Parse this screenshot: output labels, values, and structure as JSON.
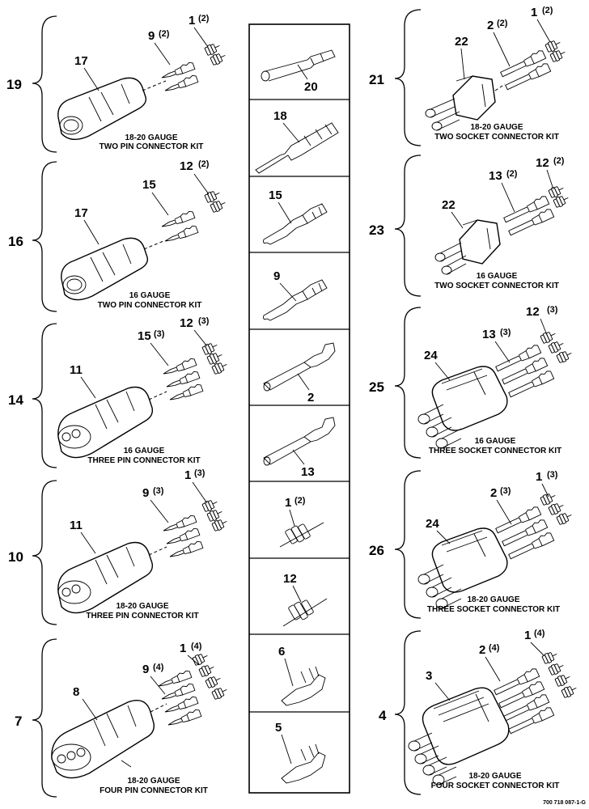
{
  "kits": [
    {
      "group": "19",
      "caption_line1": "18-20 GAUGE",
      "caption_line2": "TWO PIN CONNECTOR KIT",
      "housing": "17",
      "terminal": "9",
      "terminal_qty": "(2)",
      "seal": "1",
      "seal_qty": "(2)"
    },
    {
      "group": "16",
      "caption_line1": "16 GAUGE",
      "caption_line2": "TWO PIN CONNECTOR KIT",
      "housing": "17",
      "terminal": "15",
      "terminal_qty": "",
      "seal": "12",
      "seal_qty": "(2)"
    },
    {
      "group": "14",
      "caption_line1": "16 GAUGE",
      "caption_line2": "THREE PIN CONNECTOR KIT",
      "housing": "11",
      "terminal": "15",
      "terminal_qty": "(3)",
      "seal": "12",
      "seal_qty": "(3)"
    },
    {
      "group": "10",
      "caption_line1": "18-20 GAUGE",
      "caption_line2": "THREE PIN CONNECTOR KIT",
      "housing": "11",
      "terminal": "9",
      "terminal_qty": "(3)",
      "seal": "1",
      "seal_qty": "(3)"
    },
    {
      "group": "7",
      "caption_line1": "18-20 GAUGE",
      "caption_line2": "FOUR PIN CONNECTOR KIT",
      "housing": "8",
      "terminal": "9",
      "terminal_qty": "(4)",
      "seal": "1",
      "seal_qty": "(4)"
    },
    {
      "group": "21",
      "caption_line1": "18-20 GAUGE",
      "caption_line2": "TWO SOCKET CONNECTOR KIT",
      "housing": "22",
      "terminal": "2",
      "terminal_qty": "(2)",
      "seal": "1",
      "seal_qty": "(2)"
    },
    {
      "group": "23",
      "caption_line1": "16 GAUGE",
      "caption_line2": "TWO SOCKET CONNECTOR KIT",
      "housing": "22",
      "terminal": "13",
      "terminal_qty": "(2)",
      "seal": "12",
      "seal_qty": "(2)"
    },
    {
      "group": "25",
      "caption_line1": "16 GAUGE",
      "caption_line2": "THREE SOCKET CONNECTOR KIT",
      "housing": "24",
      "terminal": "13",
      "terminal_qty": "(3)",
      "seal": "12",
      "seal_qty": "(3)"
    },
    {
      "group": "26",
      "caption_line1": "18-20 GAUGE",
      "caption_line2": "THREE SOCKET CONNECTOR KIT",
      "housing": "24",
      "terminal": "2",
      "terminal_qty": "(3)",
      "seal": "1",
      "seal_qty": "(3)"
    },
    {
      "group": "4",
      "caption_line1": "18-20 GAUGE",
      "caption_line2": "FOUR SOCKET CONNECTOR KIT",
      "housing": "3",
      "terminal": "2",
      "terminal_qty": "(4)",
      "seal": "1",
      "seal_qty": "(4)"
    }
  ],
  "parts": [
    {
      "num": "20",
      "qty": ""
    },
    {
      "num": "18",
      "qty": ""
    },
    {
      "num": "15",
      "qty": ""
    },
    {
      "num": "9",
      "qty": ""
    },
    {
      "num": "2",
      "qty": ""
    },
    {
      "num": "13",
      "qty": ""
    },
    {
      "num": "1",
      "qty": "(2)"
    },
    {
      "num": "12",
      "qty": ""
    },
    {
      "num": "6",
      "qty": ""
    },
    {
      "num": "5",
      "qty": ""
    }
  ],
  "doc_number": "700 718 087-1-G"
}
